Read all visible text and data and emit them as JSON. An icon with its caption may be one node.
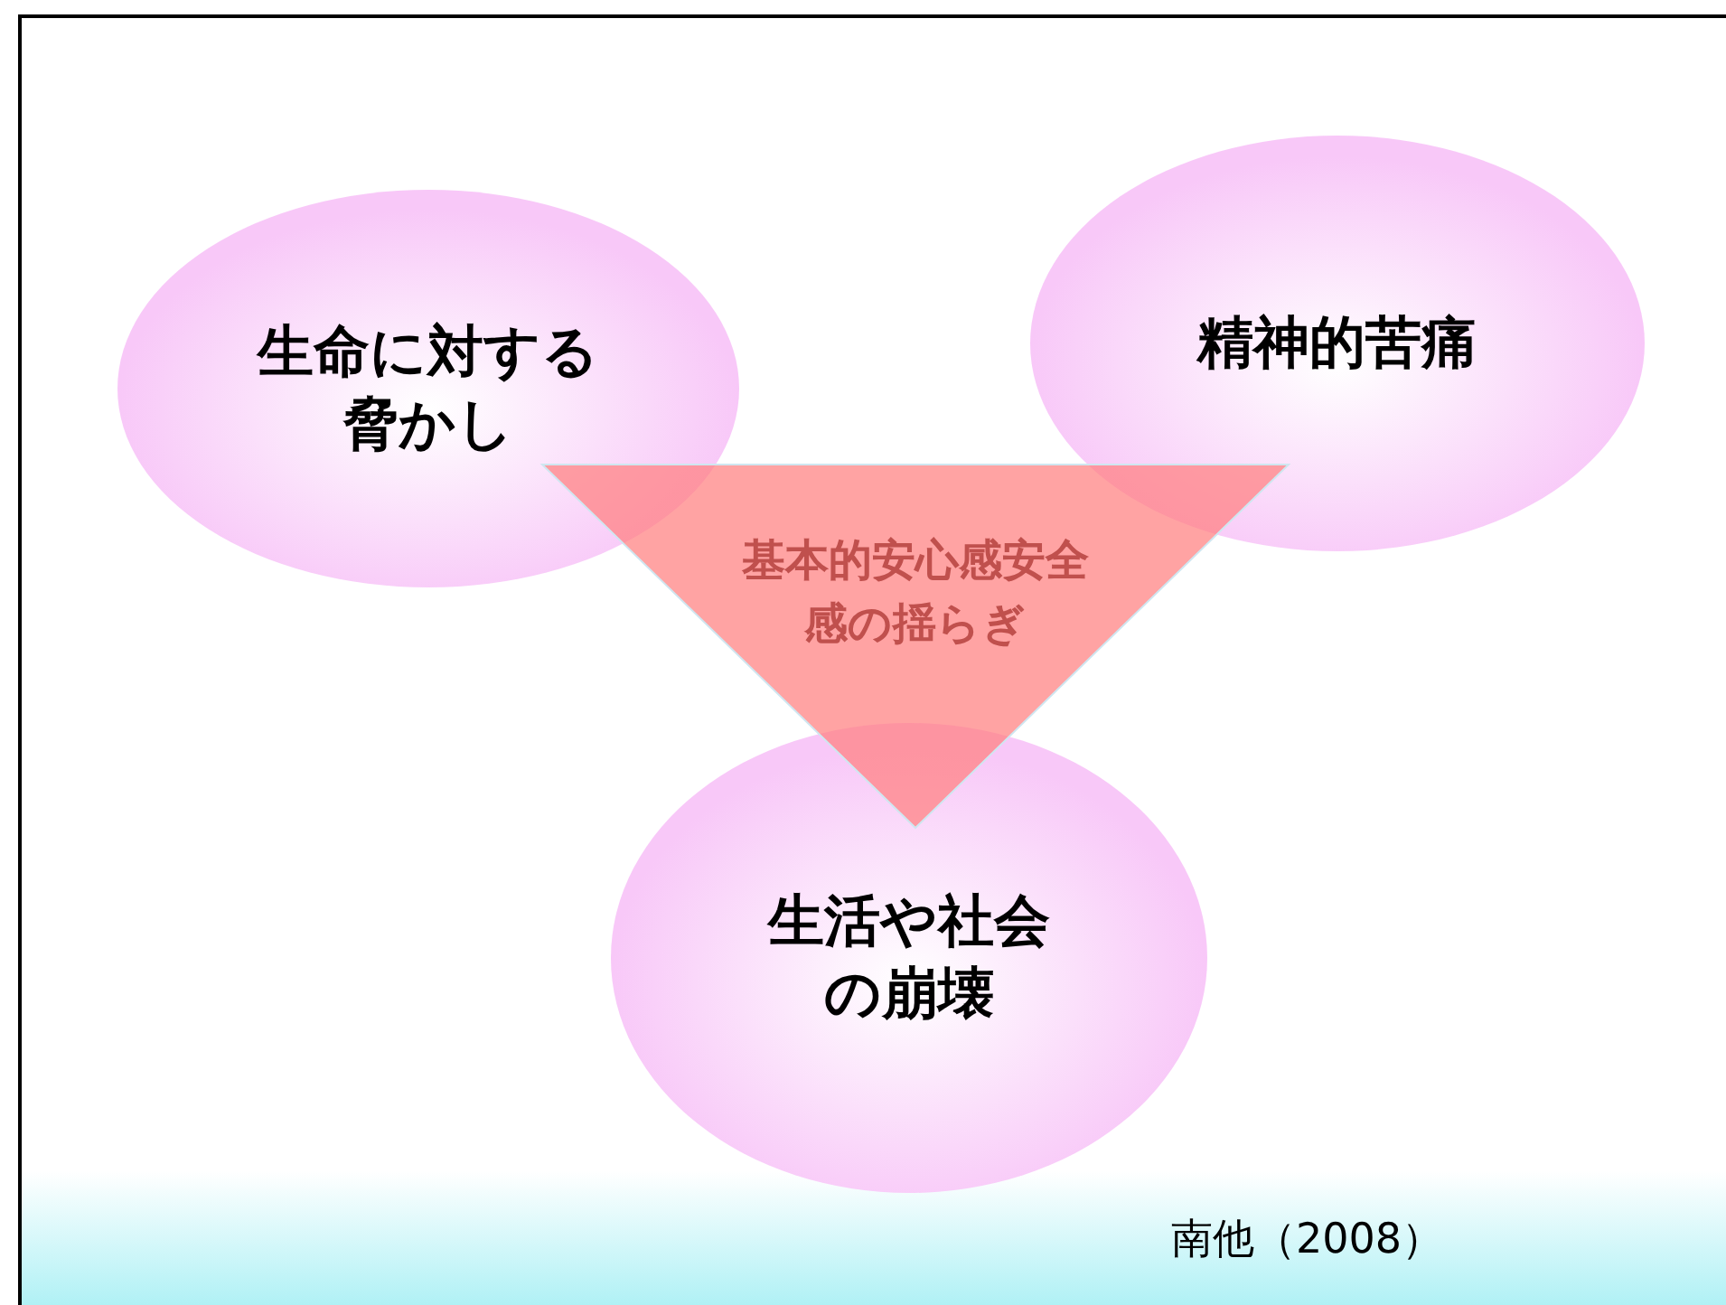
{
  "diagram": {
    "nodes": [
      {
        "text": [
          "生命に対する脅かし"
        ]
      },
      {
        "text": [
          "精神的苦痛"
        ]
      },
      {
        "text": [
          "生活や社会の崩壊"
        ]
      },
      {
        "text": [
          "基本的安心感安全感の揺らぎ"
        ]
      }
    ],
    "labels": [
      "南他（2008）"
    ]
  }
}
